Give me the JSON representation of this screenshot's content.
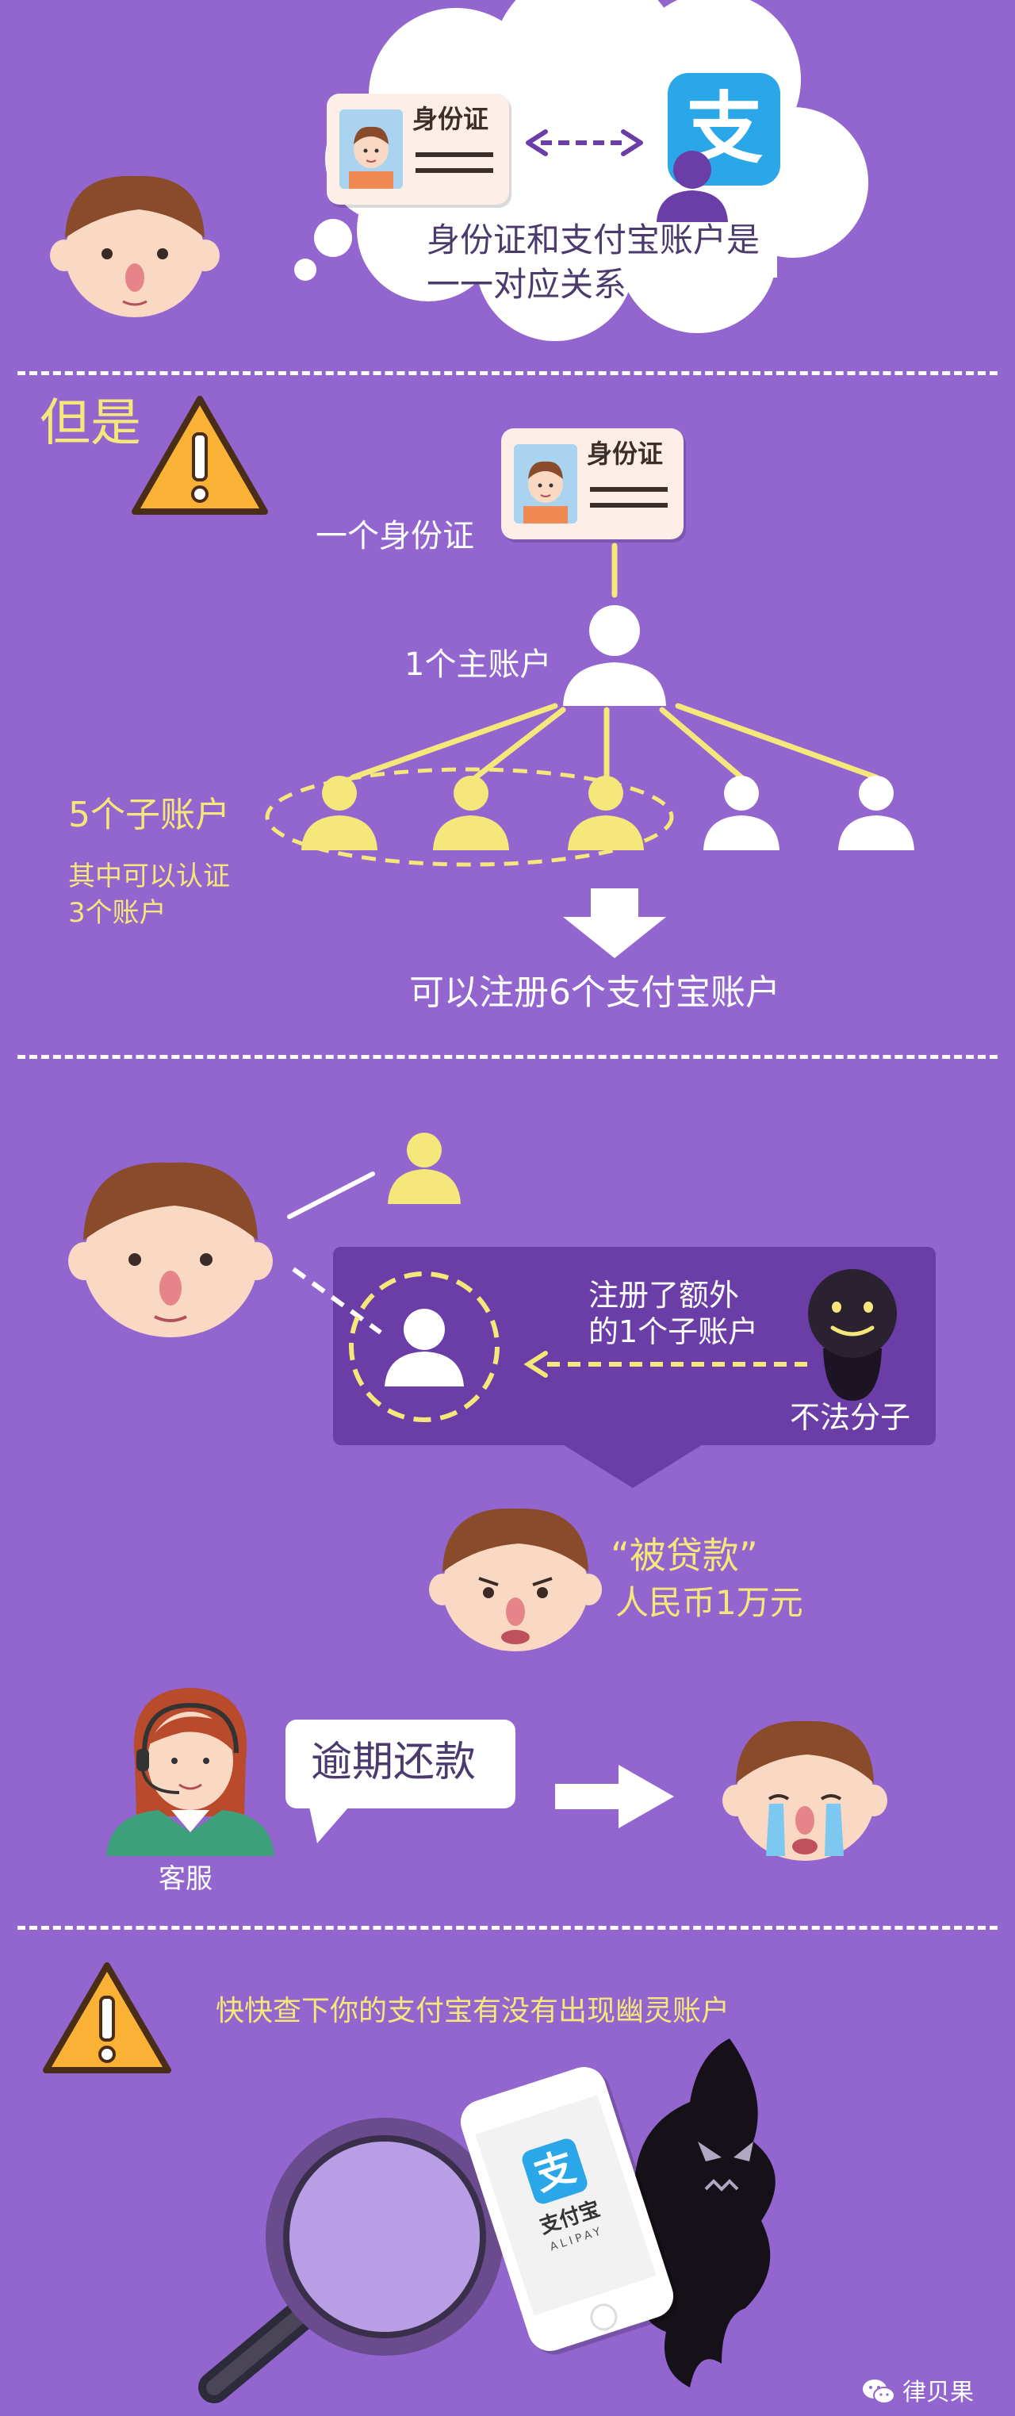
{
  "section1": {
    "id_card_title": "身份证",
    "alipay_glyph": "支",
    "bubble_line1": "身份证和支付宝账户是",
    "bubble_line2": "一一对应关系"
  },
  "section2": {
    "but_label": "但是",
    "id_card_title": "身份证",
    "one_id_label": "一个身份证",
    "main_account_label": "1个主账户",
    "sub_accounts_label": "5个子账户",
    "certify_line1": "其中可以认证",
    "certify_line2": "3个账户",
    "register_label": "可以注册6个支付宝账户"
  },
  "section3": {
    "extra_line1": "注册了额外",
    "extra_line2": "的1个子账户",
    "criminal_label": "不法分子",
    "loan_line1": "“被贷款”",
    "loan_line2": "人民币1万元",
    "overdue_label": "逾期还款",
    "service_label": "客服"
  },
  "section4": {
    "warning_text": "快快查下你的支付宝有没有出现幽灵账户",
    "phone_glyph": "支",
    "phone_brand": "支付宝",
    "phone_brand_en": "ALIPAY",
    "watermark": "律贝果"
  },
  "colors": {
    "background": "#9265cf",
    "accent_yellow": "#f6e77a",
    "alipay_blue": "#2aa7e8",
    "warning_orange": "#f9b235",
    "dark_box": "#6a3ea6"
  }
}
